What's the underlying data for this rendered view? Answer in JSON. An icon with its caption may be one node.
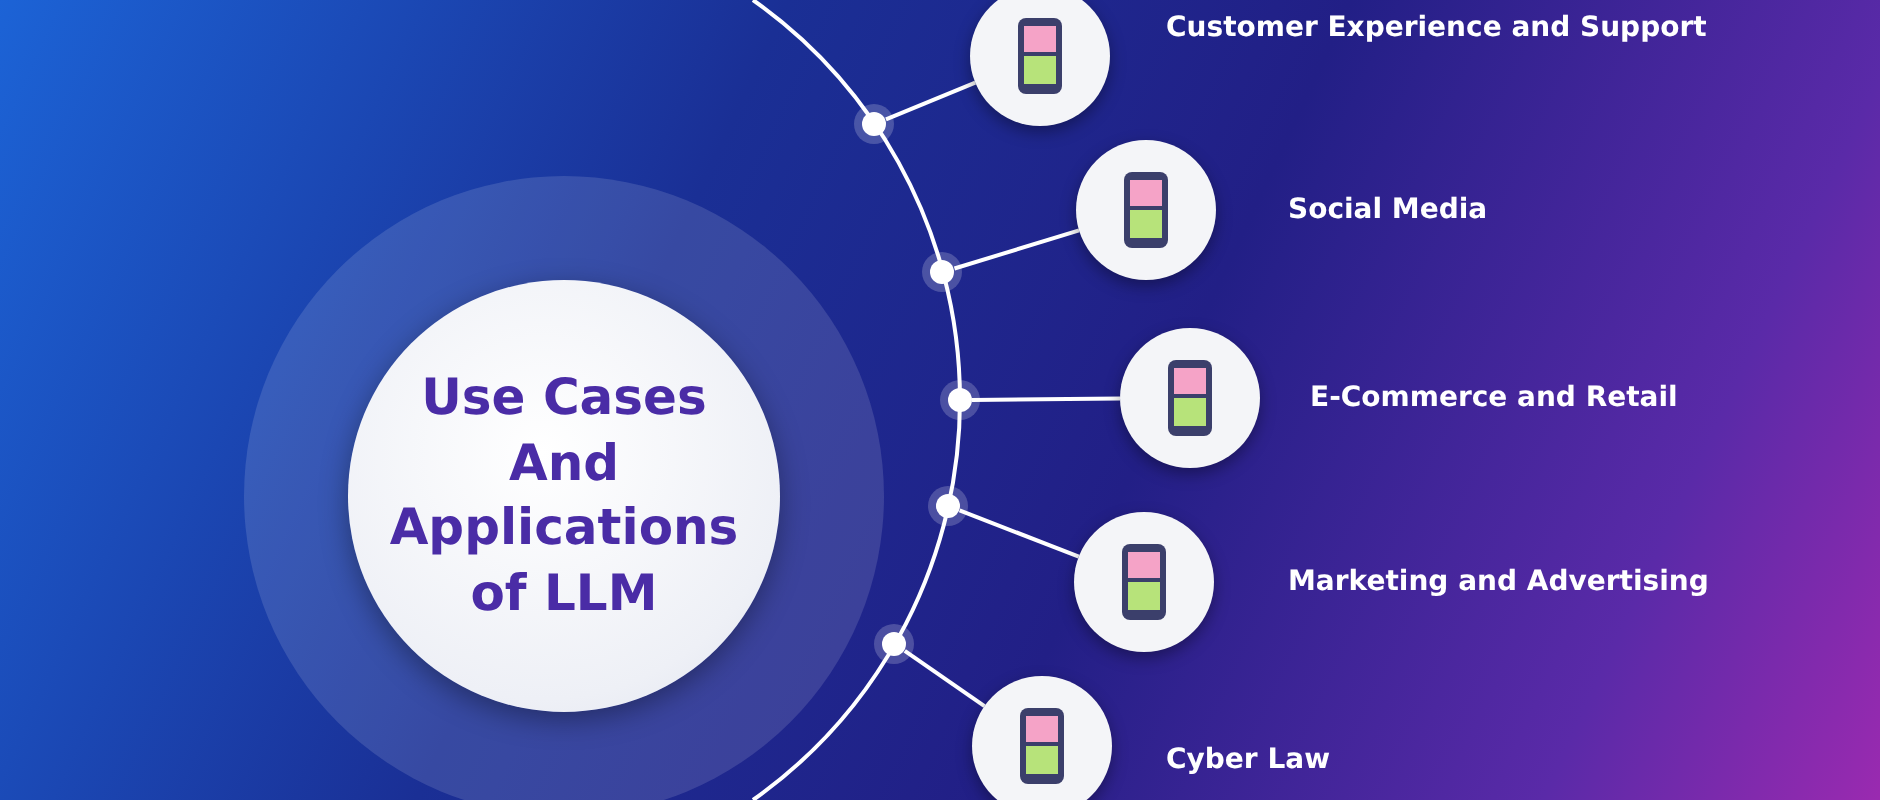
{
  "diagram": {
    "nodes": [
      {
        "text": [
          "Use Cases And Applications of LLM"
        ]
      },
      {
        "text": [],
        "shape": "circle"
      },
      {
        "text": [],
        "shape": "picture",
        "beside": [
          "Customer Experience and Support"
        ]
      },
      {
        "text": [],
        "shape": "circle"
      },
      {
        "text": [],
        "shape": "picture",
        "beside": [
          "Social Media"
        ]
      },
      {
        "text": [],
        "shape": "circle"
      },
      {
        "text": [],
        "shape": "picture",
        "beside": [
          "E-Commerce and Retail"
        ]
      },
      {
        "text": [],
        "shape": "circle"
      },
      {
        "text": [],
        "shape": "picture",
        "beside": [
          "Marketing and Advertising"
        ]
      },
      {
        "text": [],
        "shape": "circle"
      },
      {
        "text": [],
        "shape": "picture",
        "beside": [
          "Cyber Law"
        ]
      }
    ],
    "edges": [
      {
        "from": 1,
        "to": 2,
        "arrow": "none"
      },
      {
        "from": 3,
        "to": 4,
        "arrow": "none"
      },
      {
        "from": 5,
        "to": 6,
        "arrow": "none"
      },
      {
        "from": 7,
        "to": 8,
        "arrow": "none"
      },
      {
        "from": 9,
        "to": 10,
        "arrow": "none"
      }
    ]
  }
}
